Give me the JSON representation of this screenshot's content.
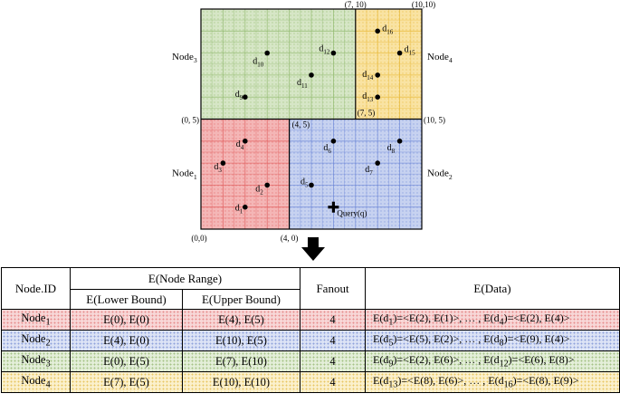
{
  "corner_labels": [
    "(7, 10)",
    "(10,10)",
    "(0, 5)",
    "(4, 5)",
    "(7, 5)",
    "(10, 5)",
    "(0,0)",
    "(4, 0)"
  ],
  "nodes": [
    {
      "base": "Node",
      "sub": "1",
      "color": "#f4b6b6",
      "line": "#e05a5a"
    },
    {
      "base": "Node",
      "sub": "2",
      "color": "#c7d2f0",
      "line": "#6c86d6"
    },
    {
      "base": "Node",
      "sub": "3",
      "color": "#d6e6c6",
      "line": "#8fb86a"
    },
    {
      "base": "Node",
      "sub": "4",
      "color": "#f9e3a3",
      "line": "#e6b530"
    }
  ],
  "points": [
    {
      "base": "d",
      "sub": "1"
    },
    {
      "base": "d",
      "sub": "2"
    },
    {
      "base": "d",
      "sub": "3"
    },
    {
      "base": "d",
      "sub": "4"
    },
    {
      "base": "d",
      "sub": "5"
    },
    {
      "base": "d",
      "sub": "6"
    },
    {
      "base": "d",
      "sub": "7"
    },
    {
      "base": "d",
      "sub": "8"
    },
    {
      "base": "d",
      "sub": "9"
    },
    {
      "base": "d",
      "sub": "10"
    },
    {
      "base": "d",
      "sub": "11"
    },
    {
      "base": "d",
      "sub": "12"
    },
    {
      "base": "d",
      "sub": "13"
    },
    {
      "base": "d",
      "sub": "14"
    },
    {
      "base": "d",
      "sub": "15"
    },
    {
      "base": "d",
      "sub": "16"
    }
  ],
  "query_label": "Query(q)",
  "icons": {
    "arrow": "arrow-down-icon",
    "query": "plus-marker-icon"
  },
  "table": {
    "headers": {
      "node_id": "Node.ID",
      "range": "E(Node Range)",
      "lower": "E(Lower Bound)",
      "upper": "E(Upper Bound)",
      "fanout": "Fanout",
      "data": "E(Data)"
    },
    "rows": [
      {
        "id": "Node",
        "id_sub": "1",
        "lower": "E(0), E(0)",
        "upper": "E(4), E(5)",
        "fanout": "4",
        "data": [
          {
            "t": "E(d"
          },
          {
            "s": "1"
          },
          {
            "t": ")=<E(2), E(1)>, … , E(d"
          },
          {
            "s": "4"
          },
          {
            "t": ")=<E(2), E(4)>"
          }
        ]
      },
      {
        "id": "Node",
        "id_sub": "2",
        "lower": "E(4), E(0)",
        "upper": "E(10), E(5)",
        "fanout": "4",
        "data": [
          {
            "t": "E(d"
          },
          {
            "s": "5"
          },
          {
            "t": ")=<E(5), E(2)>, … , E(d"
          },
          {
            "s": "8"
          },
          {
            "t": ")=<E(9), E(4)>"
          }
        ]
      },
      {
        "id": "Node",
        "id_sub": "3",
        "lower": "E(0), E(5)",
        "upper": "E(7), E(10)",
        "fanout": "4",
        "data": [
          {
            "t": "E(d"
          },
          {
            "s": "9"
          },
          {
            "t": ")=<E(2), E(6)>, … , E(d"
          },
          {
            "s": "12"
          },
          {
            "t": ")=<E(6), E(8)>"
          }
        ]
      },
      {
        "id": "Node",
        "id_sub": "4",
        "lower": "E(7), E(5)",
        "upper": "E(10), E(10)",
        "fanout": "4",
        "data": [
          {
            "t": "E(d"
          },
          {
            "s": "13"
          },
          {
            "t": ")=<E(8), E(6)>, … , E(d"
          },
          {
            "s": "16"
          },
          {
            "t": ")=<E(8), E(9)>"
          }
        ]
      }
    ]
  }
}
